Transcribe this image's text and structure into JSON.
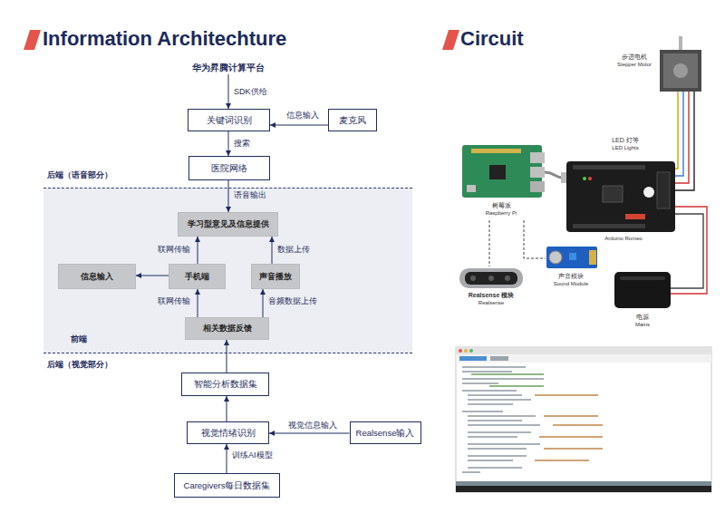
{
  "diagram": {
    "title": "Information Architechture",
    "nodes": [
      {
        "text": [
          "华为昇腾计算平台"
        ]
      },
      {
        "text": [
          "关键词识别"
        ]
      },
      {
        "text": [
          "麦克风"
        ]
      },
      {
        "text": [
          "医院网络"
        ]
      },
      {
        "text": [
          "前端"
        ]
      },
      {
        "text": [
          "学习型意见及信息提供"
        ],
        "in": 4
      },
      {
        "text": [
          "信息输入"
        ],
        "in": 4
      },
      {
        "text": [
          "手机端"
        ],
        "in": 4
      },
      {
        "text": [
          "声音播放"
        ],
        "in": 4
      },
      {
        "text": [
          "相关数据反馈"
        ],
        "in": 4
      },
      {
        "text": [
          "智能分析数据集"
        ]
      },
      {
        "text": [
          "视觉情绪识别"
        ]
      },
      {
        "text": [
          "Realsense输入"
        ]
      },
      {
        "text": [
          "Caregivers每日数据集"
        ]
      }
    ],
    "edges": [
      {
        "from": 0,
        "to": 1,
        "arrow": "to",
        "label": "SDK供给"
      },
      {
        "from": 2,
        "to": 1,
        "arrow": "to",
        "label": "信息输入"
      },
      {
        "from": 1,
        "to": 3,
        "arrow": "to",
        "label": "搜索"
      },
      {
        "from": 3,
        "to": 5,
        "arrow": "to",
        "label": "语音输出"
      },
      {
        "from": 7,
        "to": 5,
        "arrow": "to",
        "label": "联网传输"
      },
      {
        "from": 8,
        "to": 5,
        "arrow": "to",
        "label": "数据上传"
      },
      {
        "from": 7,
        "to": 6,
        "arrow": "to"
      },
      {
        "from": 9,
        "to": 7,
        "arrow": "to",
        "label": "联网传输"
      },
      {
        "from": 9,
        "to": 8,
        "arrow": "to",
        "label": "音频数据上传"
      },
      {
        "from": 10,
        "to": 9,
        "arrow": "to"
      },
      {
        "from": 11,
        "to": 10,
        "arrow": "to"
      },
      {
        "from": 12,
        "to": 11,
        "arrow": "to",
        "label": "视觉信息输入"
      },
      {
        "from": 13,
        "to": 11,
        "arrow": "to",
        "label": "训练AI模型"
      }
    ],
    "labels": [
      "Circuit",
      "后端（语音部分）",
      "后端（视觉部分）",
      "步进电机",
      "Stepper Motor",
      "LED 灯等",
      "LED Lights",
      "树莓派",
      "Raspberry Pi",
      "Arduino Romeo",
      "Realsense 模块",
      "Realsense",
      "声音模块",
      "Sound Module",
      "电源",
      "Mains"
    ]
  }
}
